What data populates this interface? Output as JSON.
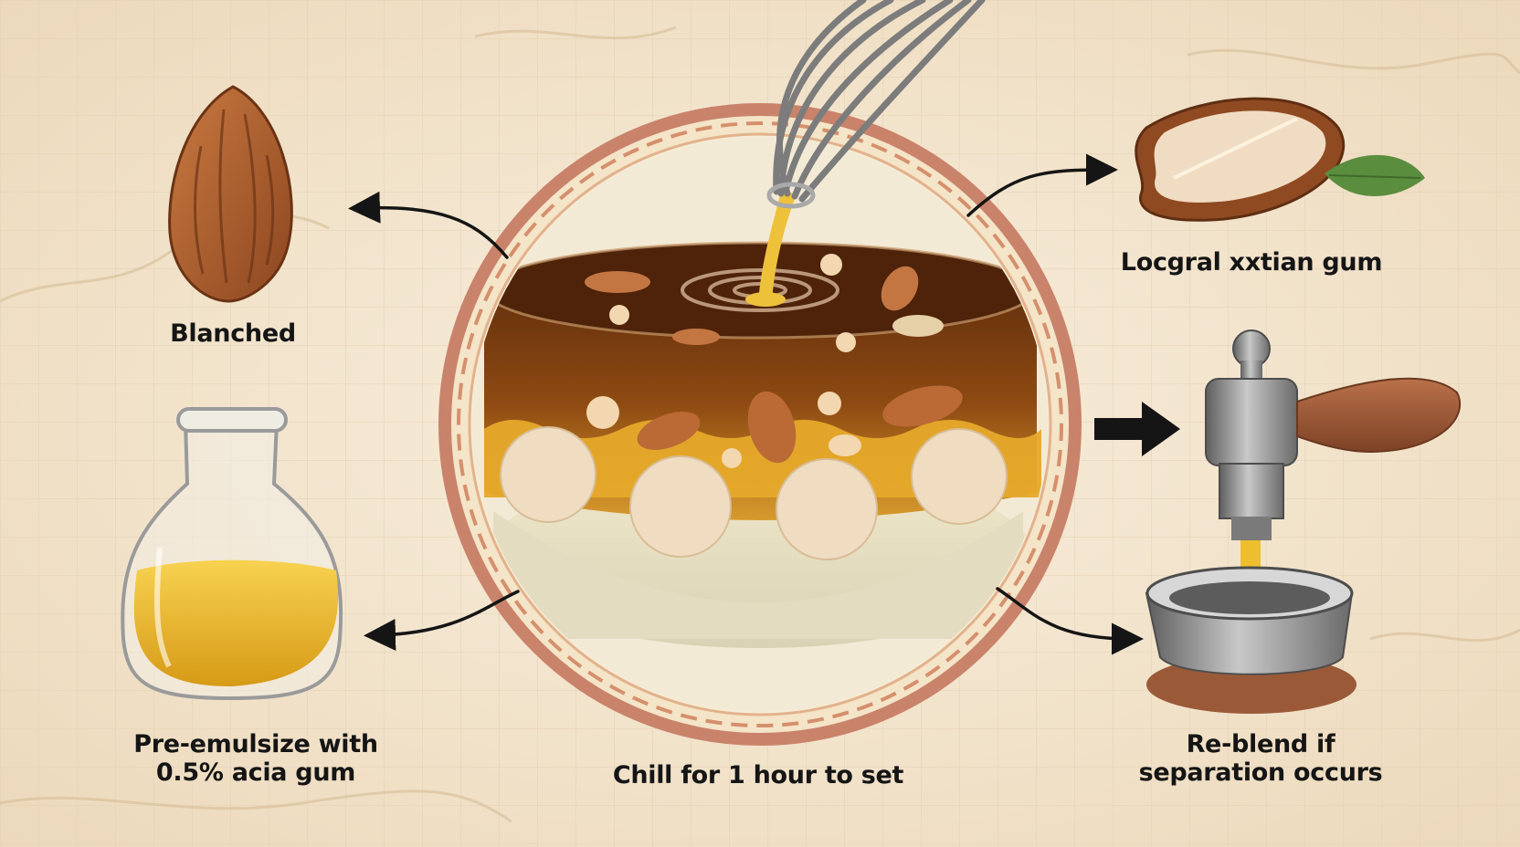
{
  "labels": {
    "blanched": "Blanched",
    "gum": "Locgral xxtian  gum",
    "pre_emulsize": [
      "Pre-emulsize with",
      "0.5% acia gum"
    ],
    "chill": "Chill for 1 hour to set",
    "reblend": [
      "Re-blend if",
      "separation occurs"
    ]
  },
  "colors": {
    "background": "#f3e6d0",
    "grid": "#e7d6bd",
    "ring": "#c9836a",
    "syrup": "#8a4a14",
    "honey": "#e8b030",
    "almond": "#a8582a",
    "oil": "#f0c234",
    "steel": "#8d8d8d",
    "text": "#151515"
  },
  "icons": [
    "whisk-icon",
    "almond-icon",
    "split-almond-icon",
    "leaf-icon",
    "oil-bottle-icon",
    "press-icon",
    "bowl-icon"
  ]
}
